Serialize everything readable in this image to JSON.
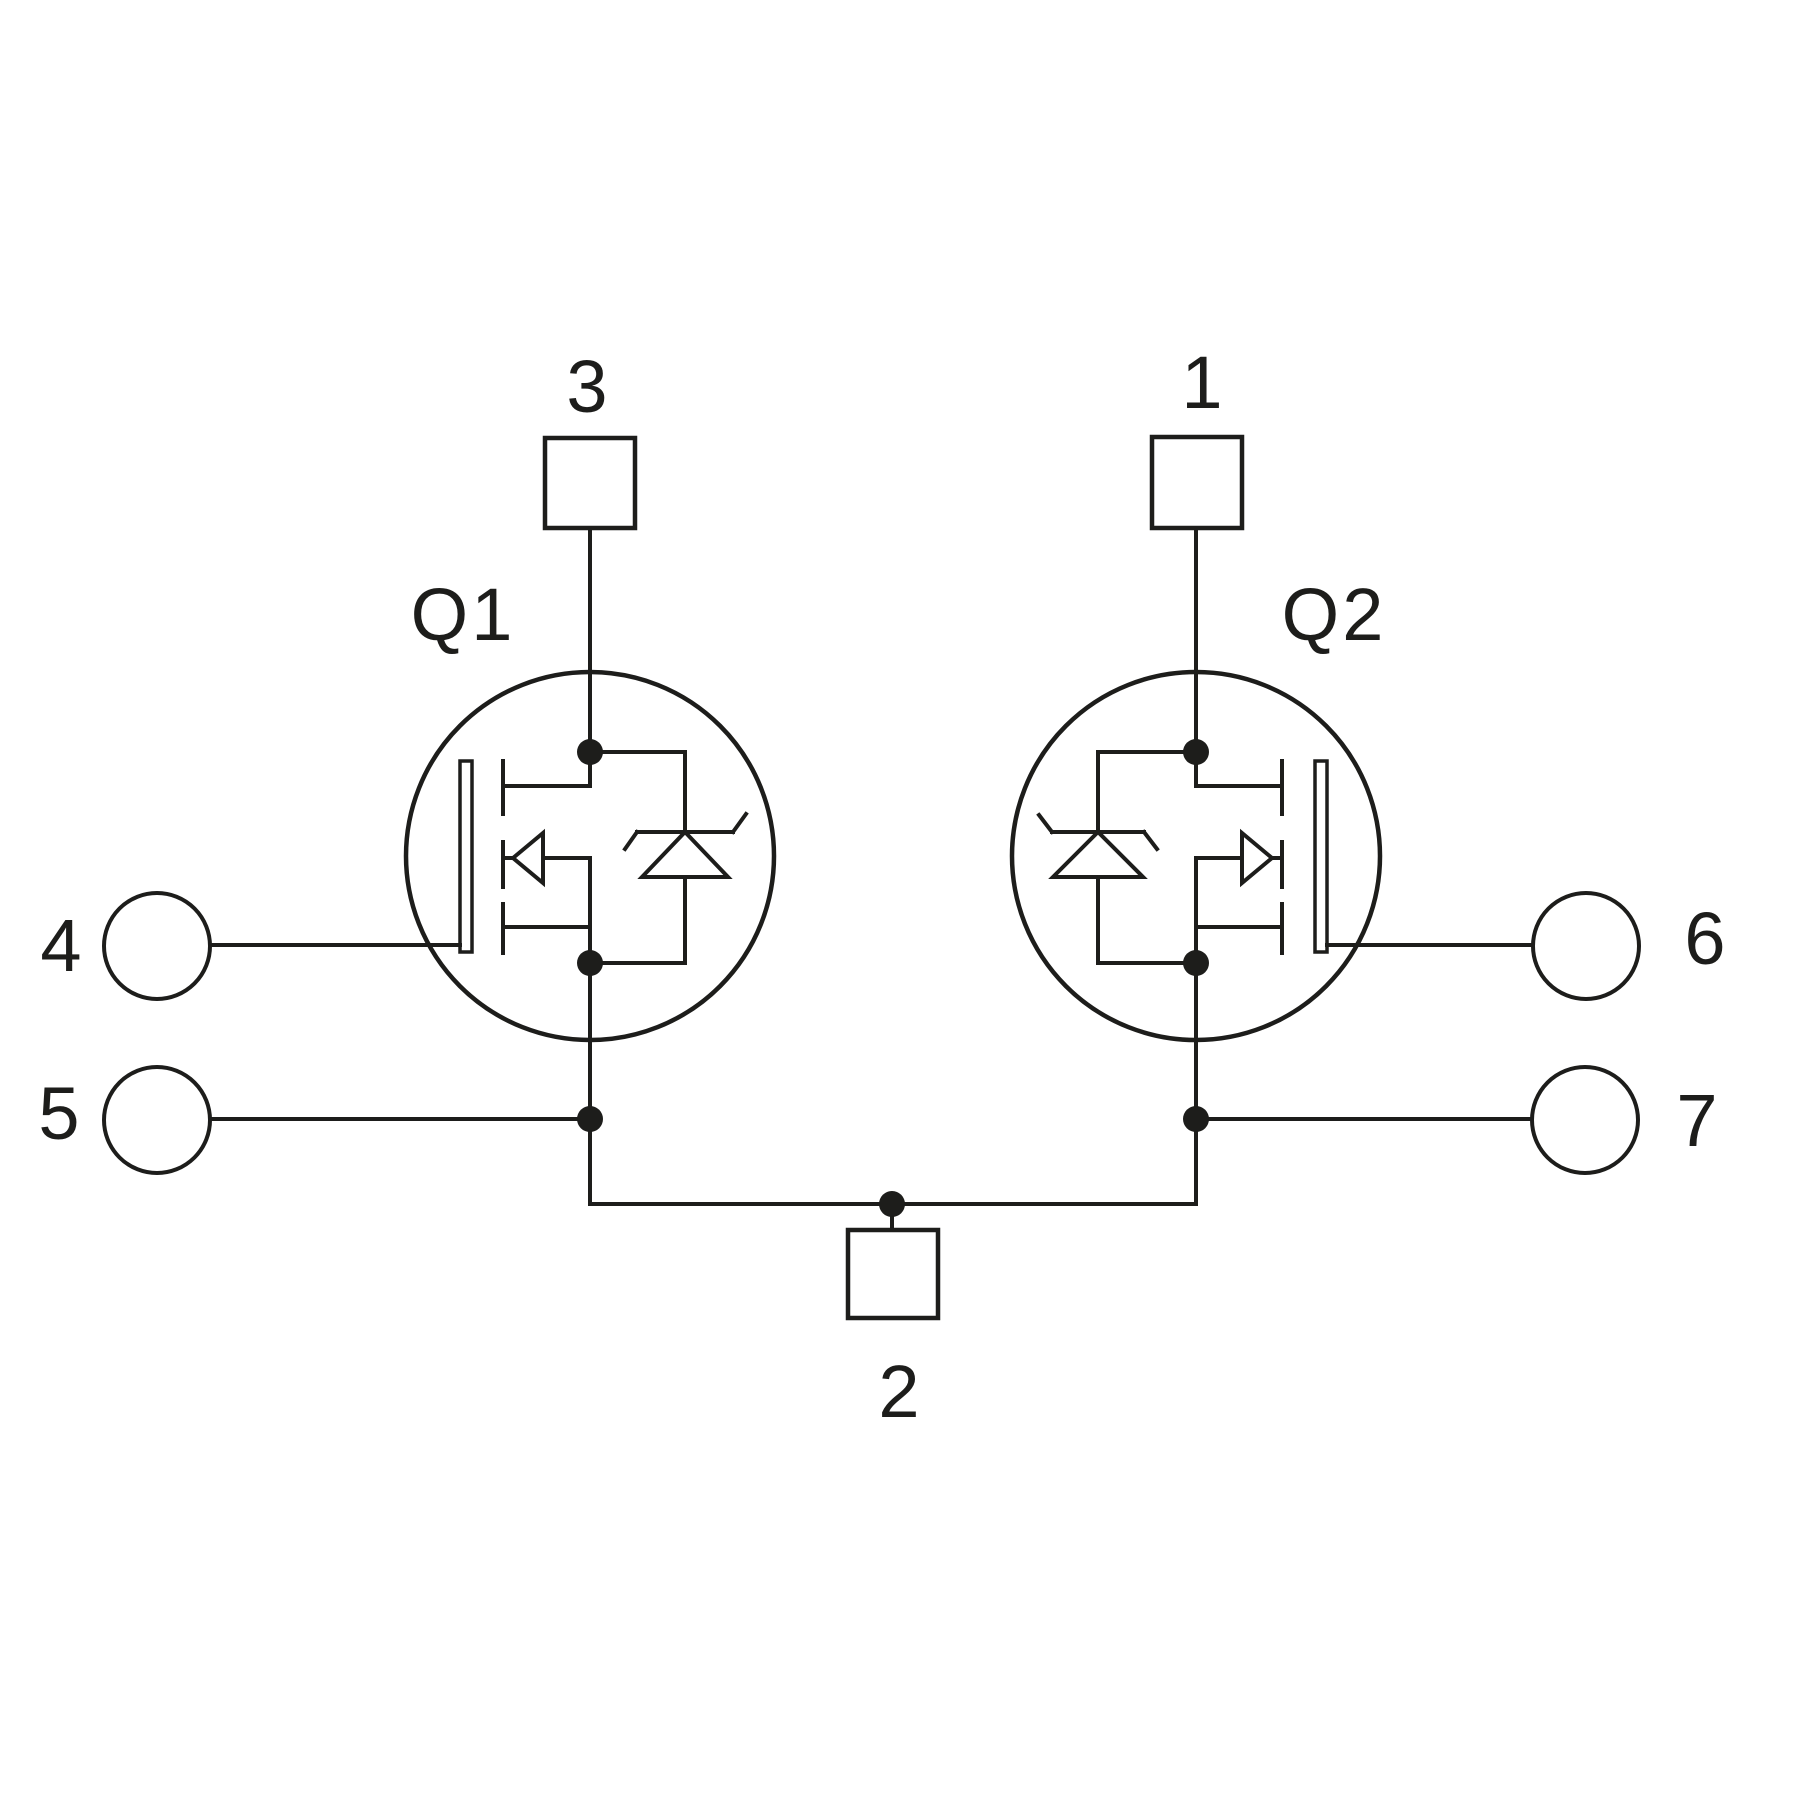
{
  "page": {
    "background": "#ffffff",
    "line_color": "#1d1d1b",
    "text_color": "#1d1d1b"
  },
  "schematic": {
    "kind": "dual-mosfet-pinout-diagram",
    "labels": {
      "pin1": "1",
      "pin2": "2",
      "pin3": "3",
      "pin4": "4",
      "pin5": "5",
      "pin6": "6",
      "pin7": "7",
      "q1": "Q1",
      "q2": "Q2"
    },
    "transistors": [
      {
        "designator": "Q1",
        "symbol": "n-channel mosfet with zener body diode",
        "drain_pad": "3",
        "gate_terminal": "4",
        "source_terminals": [
          "5",
          "2"
        ]
      },
      {
        "designator": "Q2",
        "symbol": "n-channel mosfet with zener body diode (mirrored)",
        "drain_pad": "1",
        "gate_terminal": "6",
        "source_terminals": [
          "7",
          "2"
        ]
      }
    ],
    "shared_node": "sources of Q1 and Q2 join bottom rail to pad 2"
  }
}
